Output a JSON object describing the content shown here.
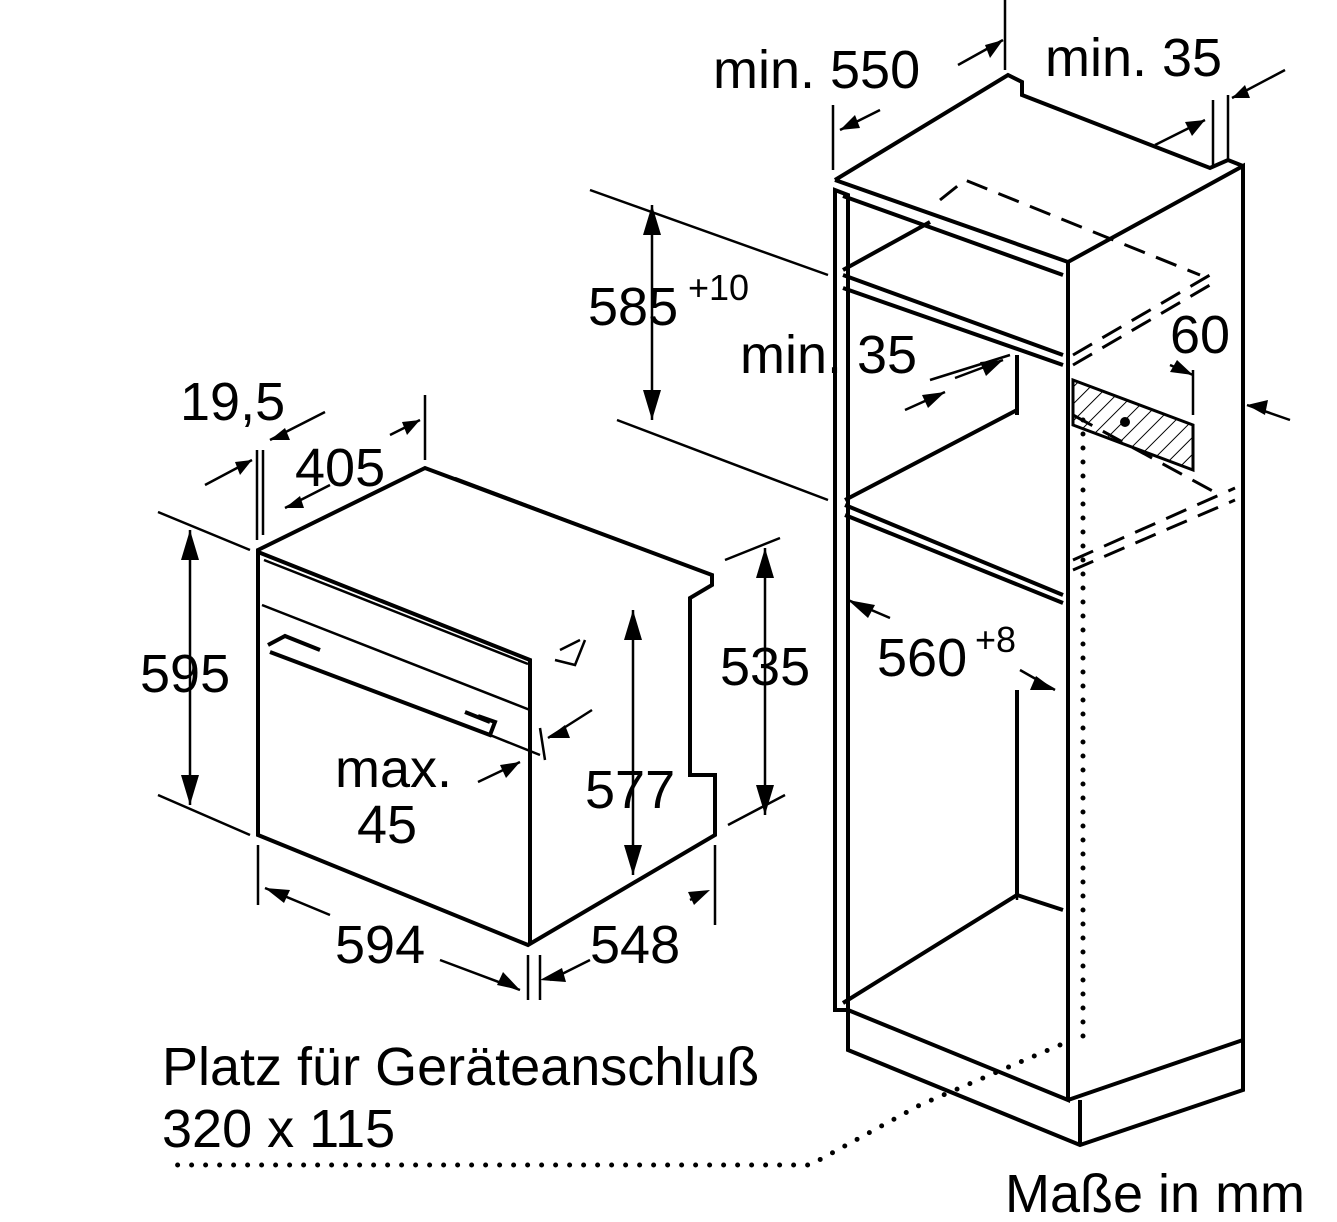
{
  "labels": {
    "cab_depth": "min. 550",
    "cab_top_gap": "min. 35",
    "niche_height": "585",
    "niche_height_tol": "+10",
    "rear_gap": "min. 35",
    "vent": "60",
    "panel_thickness": "19,5",
    "top_depth": "405",
    "oven_height": "595",
    "body_height": "535",
    "max_label": "max.",
    "max_value": "45",
    "inner_height": "577",
    "niche_width": "560",
    "niche_width_tol": "+8",
    "oven_width": "594",
    "oven_depth": "548",
    "connection_note": "Platz für Geräteanschluß",
    "connection_size": "320 x 115",
    "units": "Maße in mm"
  }
}
